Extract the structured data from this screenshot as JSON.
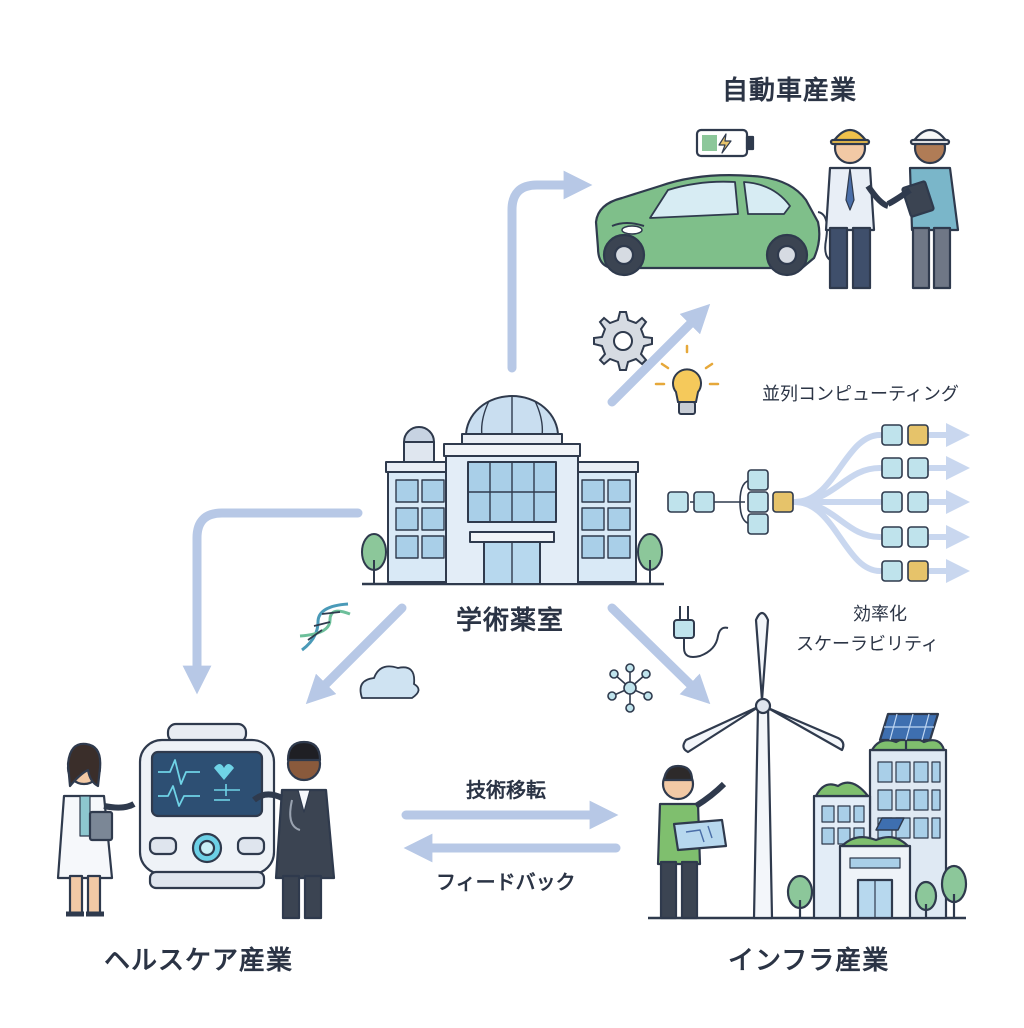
{
  "nodes": {
    "automotive": "自動車産業",
    "healthcare": "ヘルスケア産業",
    "infrastructure": "インフラ産業",
    "lab": "学術薬室"
  },
  "annotations": {
    "parallel_computing": "並列コンピューティング",
    "efficiency": "効率化",
    "scalability": "スケーラビリティ"
  },
  "flows": {
    "tech_transfer": "技術移転",
    "feedback": "フィードバック"
  },
  "colors": {
    "arrow": "#b7c8e6",
    "outline": "#2f3a4d",
    "glass": "#cfe3f2",
    "car": "#7fbf8a",
    "node_teal": "#bfe3ec",
    "node_gold": "#e6c36a",
    "text": "#2b3445"
  },
  "icons": [
    "battery-icon",
    "gear-icon",
    "lightbulb-icon",
    "dna-icon",
    "cloud-icon",
    "plug-icon",
    "network-icon",
    "solar-panel-icon"
  ]
}
